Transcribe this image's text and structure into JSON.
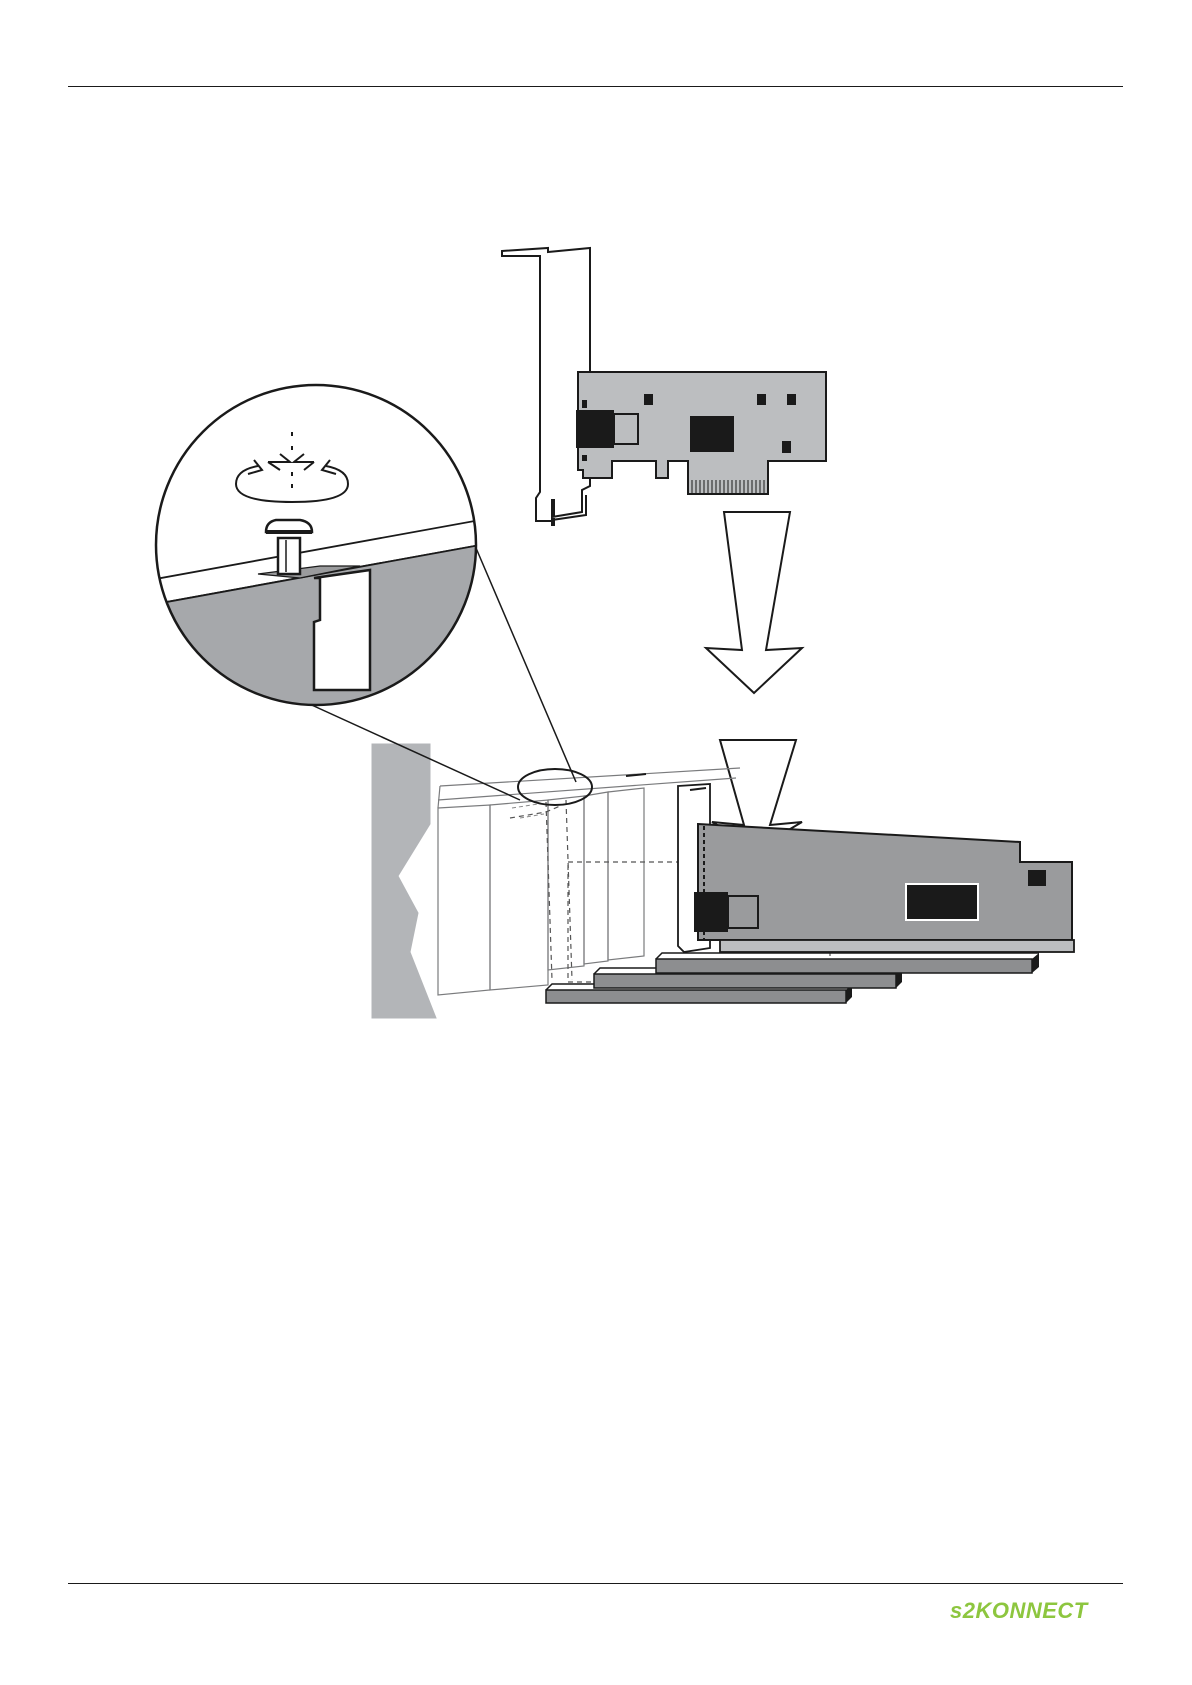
{
  "page": {
    "header_rule": "visible",
    "footer_rule": "visible"
  },
  "figure": {
    "description_icons": [
      "pci-card-icon",
      "down-arrow-icon",
      "magnifier-circle-icon",
      "screw-icon",
      "rotate-icon",
      "computer-chassis-icon"
    ]
  },
  "logo": {
    "text": "s2KONNECT",
    "color": "#8dc63f"
  },
  "colors": {
    "card_fill": "#bcbec0",
    "card_fill_dark": "#9a9b9d",
    "chassis_fill": "#b3b5b8",
    "slot_fill": "#8d8e90",
    "line": "#1a1a1a"
  }
}
